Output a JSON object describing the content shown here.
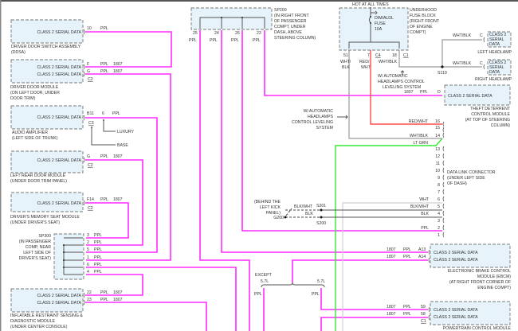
{
  "colors": {
    "ppl": "#ff2cff",
    "red_wht": "#ff4a4a",
    "lt_grn": "#33e833",
    "wht_blk": "#9a9a9a",
    "module_fill": "#e6f3fb"
  },
  "signal": "CLASS 2 SERIAL DATA",
  "ppl": "PPL",
  "circuit": "1807",
  "ddsa": {
    "pin": "10",
    "caption": [
      "DRIVER DOOR SWITCH ASSEMBLY",
      "(DDSA)"
    ]
  },
  "ddm": {
    "pin1": "F",
    "pin2": "G",
    "connector": "C2",
    "caption": [
      "DRIVER DOOR MODULE",
      "(ON LEFT DOOR, UNDER",
      "DOOR TRIM)"
    ]
  },
  "audio": {
    "pin": "B11",
    "pin_alt": "6",
    "connector": "C3",
    "luxury": "LUXURY",
    "base": "BASE",
    "caption": [
      "AUDIO AMPLIFIER",
      "(LEFT SIDE OF TRUNK)"
    ]
  },
  "lrdm": {
    "pin": "G",
    "connector": "C2",
    "caption": [
      "LEFT REAR DOOR MODULE",
      "(UNDER DOOR TRIM PANEL)"
    ]
  },
  "dmsm": {
    "pin": "F14",
    "connector": "C2",
    "caption": [
      "DRIVER'S MEMORY SEAT MODULE",
      "(UNDER DRIVER'S SEAT)"
    ]
  },
  "sp300": {
    "pins": [
      "3",
      "2",
      "5",
      "1",
      "6",
      "4"
    ],
    "caption": [
      "SP300",
      "(IN PASSENGER",
      "COMP, NEAR",
      "LEFT SIDE OF",
      "DRIVER'S SEAT)"
    ]
  },
  "irsdm": {
    "pin1": "22",
    "pin2": "23",
    "caption": [
      "INFLATABLE RESTRAINT SENSING &",
      "DIAGNOSTIC MODULE",
      "(UNDER CENTER CONSOLE)"
    ]
  },
  "sp200": {
    "pins": [
      "25",
      "24",
      "26",
      "23"
    ],
    "caption": [
      "SP200",
      "(IN RIGHT FRONT",
      "OF PASSENGER",
      "COMPT, UNDER",
      "DASH, ABOVE",
      "STEERING COLUMN)"
    ]
  },
  "fuse_block": {
    "hot": "HOT AT ALL TIMES",
    "fuse": [
      "DIM/ALDL",
      "FUSE",
      "10A"
    ],
    "caption": [
      "UNDERHOOD",
      "FUSE BLOCK",
      "(RIGHT FRONT",
      "OF ENGINE",
      "COMPT)"
    ],
    "pins": [
      "51",
      "7",
      "18"
    ],
    "connectors": [
      "C4",
      "C1"
    ],
    "wires": [
      "WHT/",
      "BLK",
      "RED/",
      "WHT",
      "WHT/BLK"
    ]
  },
  "headlamps": {
    "wire": "WHT/BLK",
    "pin": "C",
    "splice": "S119",
    "box": [
      "CLASS 2",
      "SERIAL",
      "DATA"
    ],
    "left": "LEFT HEADLAMP",
    "right": "RIGHT HEADLAMP",
    "option": [
      "W/ AUTOMATIC",
      "HEADLAMPS CONTROL",
      "LEVELING SYSTEM"
    ]
  },
  "theft": {
    "pin": "D",
    "caption": [
      "THEFT DETERRENT",
      "CONTROL MODULE",
      "(AT TOP OF STEERING",
      "COLUMN)"
    ]
  },
  "option2": [
    "W/ AUTOMATIC",
    "HEADLAMPS",
    "CONTROL LEVELING",
    "SYSTEM"
  ],
  "dlc": {
    "pins": [
      "16",
      "15",
      "14",
      "13",
      "12",
      "11",
      "10",
      "9",
      "8",
      "7",
      "6",
      "5",
      "4",
      "3",
      "2",
      "1"
    ],
    "wires": {
      "p16": "RED/WHT",
      "p14": "WHT/BLK",
      "lt_grn": "LT GRN",
      "p6": "WHT",
      "p5": "BLK/WHT",
      "p4": "BLK",
      "p2": "PPL"
    },
    "caption": [
      "DATA LINK CONNECTOR",
      "(UNDER LEFT SIDE",
      "OF DASH)"
    ]
  },
  "ground": {
    "caption": [
      "(BEHIND THE",
      "LEFT KICK",
      "PANEL)"
    ],
    "g": "G200",
    "s201": "S201",
    "s200": "S200",
    "blk_wht": "BLK/WHT",
    "blk": "BLK"
  },
  "ebcm": {
    "pin1": "A13",
    "pin2": "A14",
    "caption": [
      "ELECTRONIC BRAKE CONTROL",
      "MODULE (EBCM)",
      "(AT RIGHT FRONT CORNER OF",
      "ENGINE COMPT)"
    ]
  },
  "engine": {
    "except": "EXCEPT",
    "v57": "5.7L"
  },
  "pcm": {
    "pin1": "59",
    "pin2": "58",
    "connector": "C1",
    "caption": [
      "POWERTRAIN CONTROL MODULE"
    ]
  }
}
